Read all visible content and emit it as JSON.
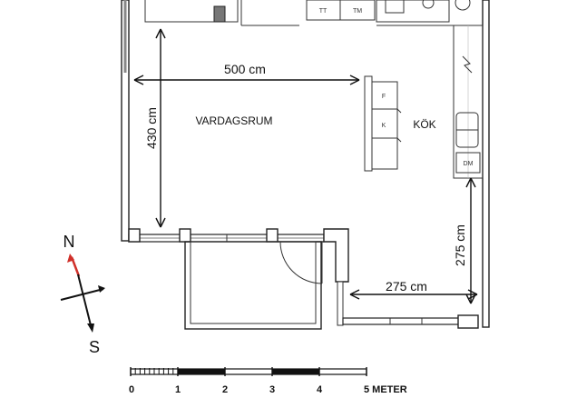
{
  "rooms": {
    "living": "VARDAGSRUM",
    "kitchen": "KÖK"
  },
  "dimensions": {
    "living_width": "500 cm",
    "living_depth": "430 cm",
    "balcony_width": "275 cm",
    "balcony_depth": "275 cm"
  },
  "fixtures": {
    "tt": "TT",
    "tm": "TM",
    "fridge": "F",
    "freezer": "K",
    "dishwasher": "DM"
  },
  "compass": {
    "north": "N",
    "south": "S",
    "north_color": "#d0302a"
  },
  "scale": {
    "ticks": [
      "0",
      "1",
      "2",
      "3",
      "4",
      "5 METER"
    ]
  }
}
